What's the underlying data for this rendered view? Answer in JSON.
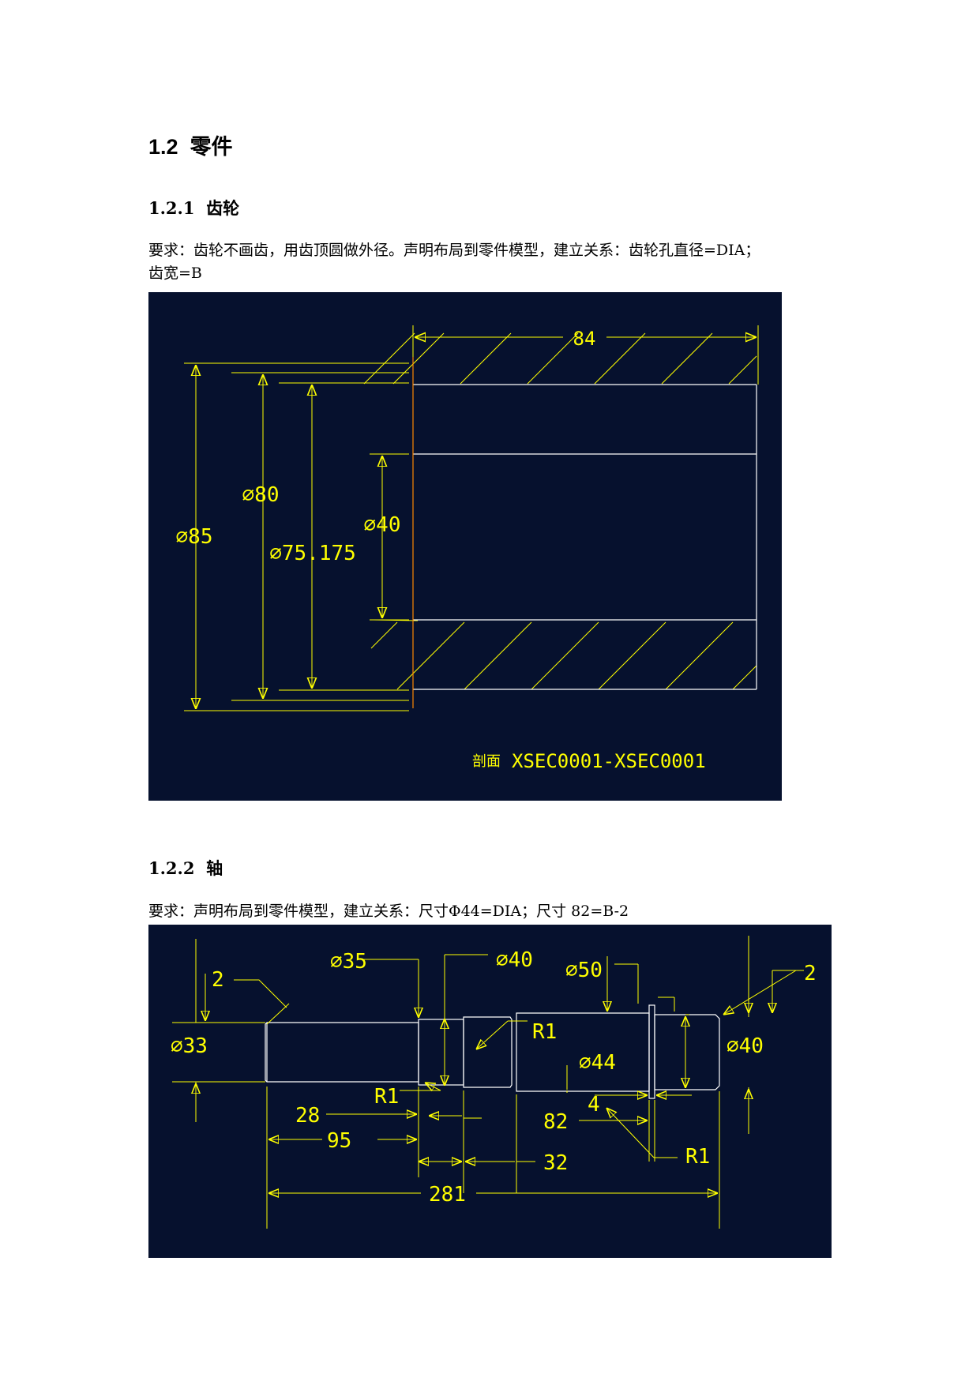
{
  "section": {
    "number": "1.2",
    "title": "零件"
  },
  "gear": {
    "heading_number": "1.2.1",
    "heading_title": "齿轮",
    "requirement_line1": "要求：齿轮不画齿，用齿顶圆做外径。声明布局到零件模型，建立关系：齿轮孔直径=DIA；",
    "requirement_line2": "齿宽=B",
    "drawing": {
      "dim_width": "84",
      "dim_d85": "∅85",
      "dim_d80": "∅80",
      "dim_d75": "∅75.175",
      "dim_d40": "∅40",
      "section_label_cn": "剖面",
      "section_label": "XSEC0001-XSEC0001"
    }
  },
  "shaft": {
    "heading_number": "1.2.2",
    "heading_title": "轴",
    "requirement": "要求：声明布局到零件模型，建立关系：尺寸Φ44=DIA；尺寸 82=B-2",
    "drawing": {
      "d35": "∅35",
      "d40_top": "∅40",
      "d50": "∅50",
      "chamfer_left": "2",
      "chamfer_right": "2",
      "d33": "∅33",
      "r1_a": "R1",
      "d44": "∅44",
      "d40_right": "∅40",
      "r1_b": "R1",
      "len_4": "4",
      "len_28": "28",
      "len_82": "82",
      "r1_c": "R1",
      "len_95": "95",
      "len_32": "32",
      "len_281": "281"
    }
  },
  "colors": {
    "cad_background": "#06112e",
    "dimension": "#ffff00",
    "geometry": "#ffffff"
  }
}
